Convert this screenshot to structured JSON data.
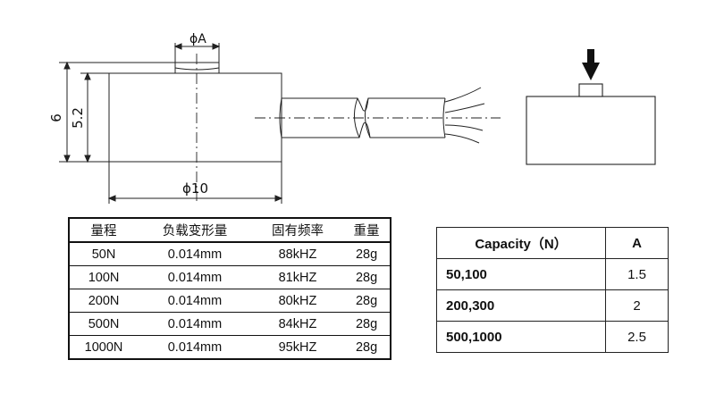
{
  "drawing": {
    "dims": {
      "phiA": "ϕA",
      "height_total": "6",
      "height_body": "5.2",
      "diameter": "ϕ10"
    }
  },
  "spec_table": {
    "headers": [
      "量程",
      "负载变形量",
      "固有频率",
      "重量"
    ],
    "rows": [
      [
        "50N",
        "0.014mm",
        "88kHZ",
        "28g"
      ],
      [
        "100N",
        "0.014mm",
        "81kHZ",
        "28g"
      ],
      [
        "200N",
        "0.014mm",
        "80kHZ",
        "28g"
      ],
      [
        "500N",
        "0.014mm",
        "84kHZ",
        "28g"
      ],
      [
        "1000N",
        "0.014mm",
        "95kHZ",
        "28g"
      ]
    ]
  },
  "capacity_table": {
    "headers": [
      "Capacity（N）",
      "A"
    ],
    "rows": [
      [
        "50,100",
        "1.5"
      ],
      [
        "200,300",
        "2"
      ],
      [
        "500,1000",
        "2.5"
      ]
    ]
  }
}
